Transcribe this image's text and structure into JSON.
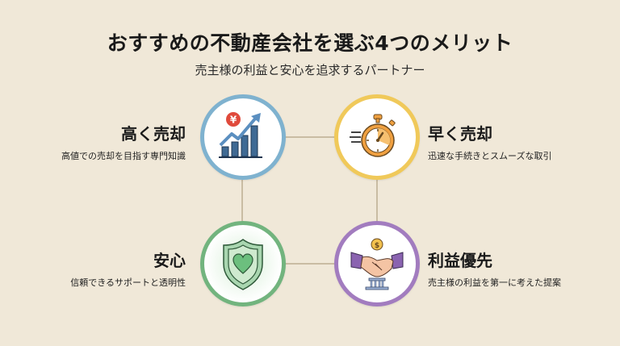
{
  "header": {
    "title": "おすすめの不動産会社を選ぶ4つのメリット",
    "subtitle": "売主様の利益と安心を追求するパートナー"
  },
  "merits": [
    {
      "title": "高く売却",
      "description": "高値での売却を目指す専門知識",
      "icon": "rising-chart-yen-icon",
      "ring_color": "#7fb2cf"
    },
    {
      "title": "早く売却",
      "description": "迅速な手続きとスムーズな取引",
      "icon": "stopwatch-icon",
      "ring_color": "#f0c95a"
    },
    {
      "title": "安心",
      "description": "信頼できるサポートと透明性",
      "icon": "shield-heart-icon",
      "ring_color": "#72b47e"
    },
    {
      "title": "利益優先",
      "description": "売主様の利益を第一に考えた提案",
      "icon": "handshake-dollar-icon",
      "ring_color": "#a27cbf"
    }
  ],
  "colors": {
    "background": "#f0e8d8",
    "connector": "#c9bca3",
    "yen_badge": "#e04a3c",
    "chart_bar": "#3f6a94",
    "stopwatch": "#f0a040",
    "shield": "#5c9c6c",
    "coin": "#f2c14e",
    "sleeve": "#8a63b0"
  }
}
